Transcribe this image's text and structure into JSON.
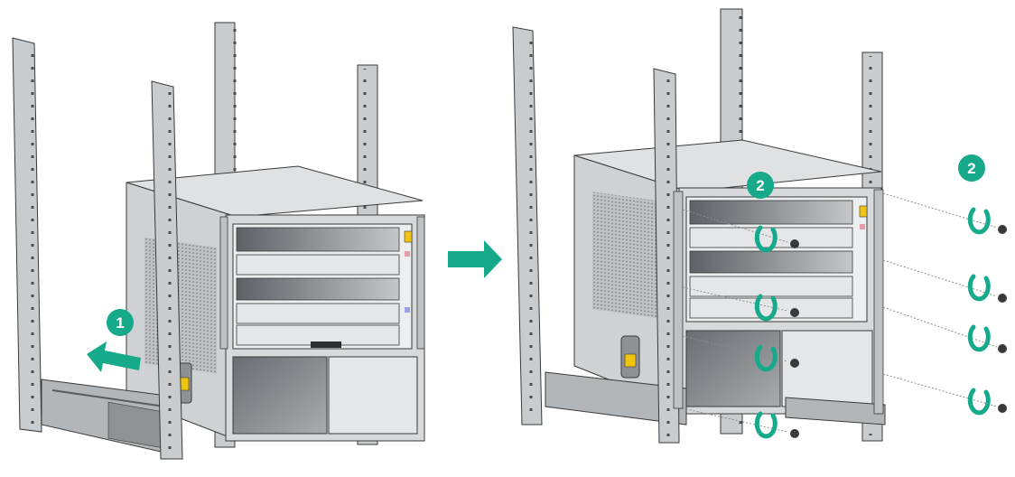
{
  "diagram": {
    "steps": [
      {
        "number": "1",
        "action": "slide-chassis-onto-rails"
      },
      {
        "number": "2",
        "action": "fasten-mounting-screws"
      }
    ],
    "colors": {
      "accent_green": "#16a98a",
      "rack_gray": "#c9cccf",
      "chassis_gray": "#d7d9db",
      "dark_panel": "#6f7276",
      "outline": "#3a3a3a"
    },
    "icons": [
      "arrow-left-icon",
      "arrow-right-icon",
      "rotate-clockwise-icon",
      "screw-icon"
    ]
  }
}
